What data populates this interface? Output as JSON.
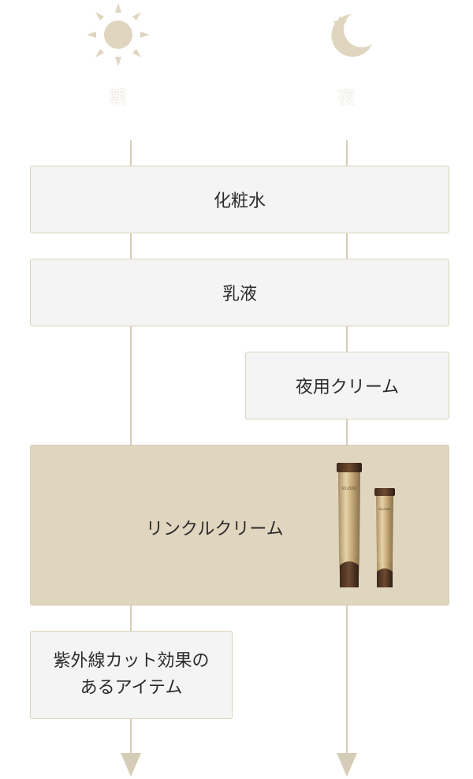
{
  "columns": {
    "morning": {
      "label": "朝",
      "icon": "sun-icon"
    },
    "night": {
      "label": "夜",
      "icon": "moon-star-icon"
    }
  },
  "steps": [
    {
      "label": "化粧水",
      "applies_to": [
        "morning",
        "night"
      ]
    },
    {
      "label": "乳液",
      "applies_to": [
        "morning",
        "night"
      ]
    },
    {
      "label": "夜用クリーム",
      "applies_to": [
        "night"
      ]
    },
    {
      "label": "リンクルクリーム",
      "applies_to": [
        "morning",
        "night"
      ],
      "highlighted": true,
      "image": "product-tubes"
    },
    {
      "label_lines": [
        "紫外線カット効果の",
        "あるアイテム"
      ],
      "applies_to": [
        "morning"
      ]
    }
  ],
  "colors": {
    "accent": "#d6cdb8",
    "highlight": "#e0d6bf",
    "step_bg": "#f4f4f4"
  }
}
